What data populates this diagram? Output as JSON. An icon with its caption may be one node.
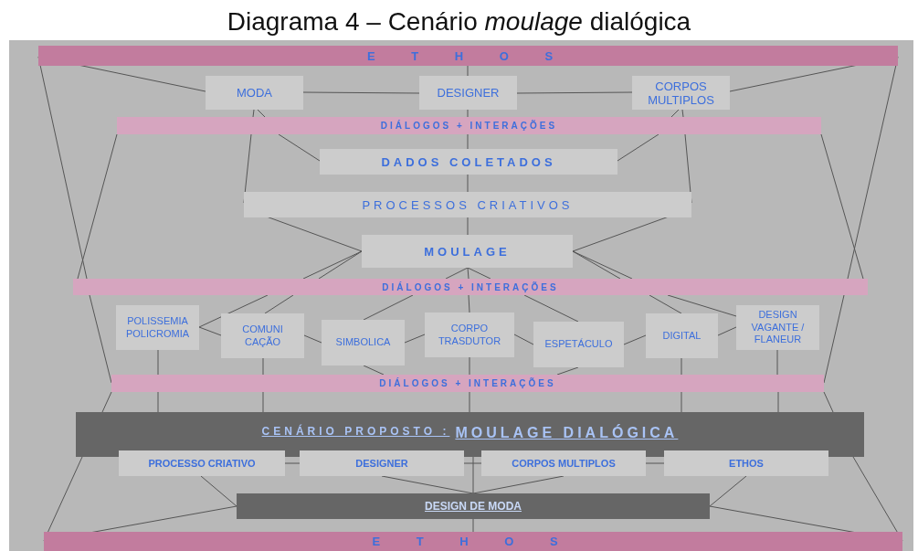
{
  "diagram": {
    "title": "Diagrama 4 – Cenário *moulage* dialógica",
    "nodes": [
      {
        "text": [
          "E T H O S"
        ]
      },
      {
        "text": [
          "MODA"
        ]
      },
      {
        "text": [
          "DESIGNER"
        ]
      },
      {
        "text": [
          "CORPOS MULTIPLOS"
        ]
      },
      {
        "text": [
          "DIÁLOGOS + INTERAÇÕES"
        ]
      },
      {
        "text": [
          "DADOS COLETADOS"
        ]
      },
      {
        "text": [
          "PROCESSOS CRIATIVOS"
        ]
      },
      {
        "text": [
          "MOULAGE"
        ]
      },
      {
        "text": [
          "DIÁLOGOS + INTERAÇÕES"
        ]
      },
      {
        "text": [
          "POLISSEMIA POLICROMIA"
        ]
      },
      {
        "text": [
          "COMUNI CAÇÃO"
        ]
      },
      {
        "text": [
          "SIMBOLICA"
        ]
      },
      {
        "text": [
          "CORPO TRASDUTOR"
        ]
      },
      {
        "text": [
          "ESPETÁCULO"
        ]
      },
      {
        "text": [
          "DIGITAL"
        ]
      },
      {
        "text": [
          "DESIGN VAGANTE / FLANEUR"
        ]
      },
      {
        "text": [
          "DIÁLOGOS + INTERAÇÕES"
        ]
      },
      {
        "text": [
          "CENÁRIO PROPOSTO :",
          "MOULAGE  DIALÓGICA"
        ]
      },
      {
        "text": [
          "PROCESSO CRIATIVO"
        ]
      },
      {
        "text": [
          "DESIGNER"
        ]
      },
      {
        "text": [
          "CORPOS MULTIPLOS"
        ]
      },
      {
        "text": [
          "ETHOS"
        ]
      },
      {
        "text": [
          "DESIGN DE MODA"
        ]
      },
      {
        "text": [
          "E T H O S"
        ]
      }
    ],
    "edges": [
      {
        "from": 0,
        "to": 1,
        "arrow": "none"
      },
      {
        "from": 0,
        "to": 3,
        "arrow": "none"
      },
      {
        "from": 0,
        "to": 2,
        "arrow": "none"
      },
      {
        "from": 1,
        "to": 2,
        "arrow": "none"
      },
      {
        "from": 2,
        "to": 3,
        "arrow": "none"
      },
      {
        "from": 1,
        "to": 4,
        "arrow": "none"
      },
      {
        "from": 4,
        "to": 5,
        "arrow": "none"
      },
      {
        "from": 3,
        "to": 4,
        "arrow": "none"
      },
      {
        "from": 4,
        "to": 5,
        "arrow": "none"
      },
      {
        "from": 2,
        "to": 4,
        "arrow": "none"
      },
      {
        "from": 4,
        "to": 5,
        "arrow": "none"
      },
      {
        "from": 1,
        "to": 4,
        "arrow": "none"
      },
      {
        "from": 4,
        "to": 6,
        "arrow": "none"
      },
      {
        "from": 3,
        "to": 4,
        "arrow": "none"
      },
      {
        "from": 4,
        "to": 6,
        "arrow": "none"
      },
      {
        "from": 5,
        "to": 6,
        "arrow": "none"
      },
      {
        "from": 6,
        "to": 7,
        "arrow": "none"
      },
      {
        "from": 6,
        "to": 7,
        "arrow": "none"
      },
      {
        "from": 6,
        "to": 7,
        "arrow": "none"
      },
      {
        "from": 7,
        "to": 8,
        "arrow": "none"
      },
      {
        "from": 8,
        "to": 9,
        "arrow": "none"
      },
      {
        "from": 7,
        "to": 8,
        "arrow": "none"
      },
      {
        "from": 8,
        "to": 10,
        "arrow": "none"
      },
      {
        "from": 7,
        "to": 8,
        "arrow": "none"
      },
      {
        "from": 8,
        "to": 11,
        "arrow": "none"
      },
      {
        "from": 7,
        "to": 8,
        "arrow": "none"
      },
      {
        "from": 8,
        "to": 12,
        "arrow": "none"
      },
      {
        "from": 7,
        "to": 8,
        "arrow": "none"
      },
      {
        "from": 8,
        "to": 13,
        "arrow": "none"
      },
      {
        "from": 7,
        "to": 8,
        "arrow": "none"
      },
      {
        "from": 8,
        "to": 14,
        "arrow": "none"
      },
      {
        "from": 7,
        "to": 8,
        "arrow": "none"
      },
      {
        "from": 8,
        "to": 15,
        "arrow": "none"
      },
      {
        "from": 9,
        "to": 10,
        "arrow": "none"
      },
      {
        "from": 10,
        "to": 11,
        "arrow": "none"
      },
      {
        "from": 11,
        "to": 12,
        "arrow": "none"
      },
      {
        "from": 12,
        "to": 13,
        "arrow": "none"
      },
      {
        "from": 13,
        "to": 14,
        "arrow": "none"
      },
      {
        "from": 14,
        "to": 15,
        "arrow": "none"
      },
      {
        "from": 9,
        "to": 16,
        "arrow": "none"
      },
      {
        "from": 16,
        "to": 17,
        "arrow": "none"
      },
      {
        "from": 10,
        "to": 16,
        "arrow": "none"
      },
      {
        "from": 16,
        "to": 17,
        "arrow": "none"
      },
      {
        "from": 14,
        "to": 16,
        "arrow": "none"
      },
      {
        "from": 16,
        "to": 17,
        "arrow": "none"
      },
      {
        "from": 15,
        "to": 16,
        "arrow": "none"
      },
      {
        "from": 16,
        "to": 17,
        "arrow": "none"
      },
      {
        "from": 11,
        "to": 16,
        "arrow": "none"
      },
      {
        "from": 12,
        "to": 16,
        "arrow": "none"
      },
      {
        "from": 13,
        "to": 16,
        "arrow": "none"
      },
      {
        "from": 16,
        "to": 17,
        "arrow": "none"
      },
      {
        "from": 17,
        "to": 22,
        "arrow": "none"
      },
      {
        "from": 18,
        "to": 19,
        "arrow": "none"
      },
      {
        "from": 19,
        "to": 20,
        "arrow": "none"
      },
      {
        "from": 20,
        "to": 21,
        "arrow": "none"
      },
      {
        "from": 18,
        "to": 22,
        "arrow": "none"
      },
      {
        "from": 19,
        "to": 22,
        "arrow": "none"
      },
      {
        "from": 20,
        "to": 22,
        "arrow": "none"
      },
      {
        "from": 21,
        "to": 22,
        "arrow": "none"
      },
      {
        "from": 22,
        "to": 23,
        "arrow": "none"
      },
      {
        "from": 22,
        "to": 23,
        "arrow": "none"
      },
      {
        "from": 22,
        "to": 23,
        "arrow": "none"
      },
      {
        "from": 0,
        "to": 8,
        "arrow": "none"
      },
      {
        "from": 8,
        "to": 16,
        "arrow": "none"
      },
      {
        "from": 4,
        "to": 8,
        "arrow": "none"
      },
      {
        "from": 16,
        "to": 17,
        "arrow": "none"
      },
      {
        "from": 17,
        "to": 23,
        "arrow": "none"
      },
      {
        "from": 0,
        "to": 8,
        "arrow": "none"
      },
      {
        "from": 8,
        "to": 16,
        "arrow": "none"
      },
      {
        "from": 4,
        "to": 8,
        "arrow": "none"
      },
      {
        "from": 16,
        "to": 17,
        "arrow": "none"
      },
      {
        "from": 17,
        "to": 23,
        "arrow": "none"
      }
    ]
  }
}
